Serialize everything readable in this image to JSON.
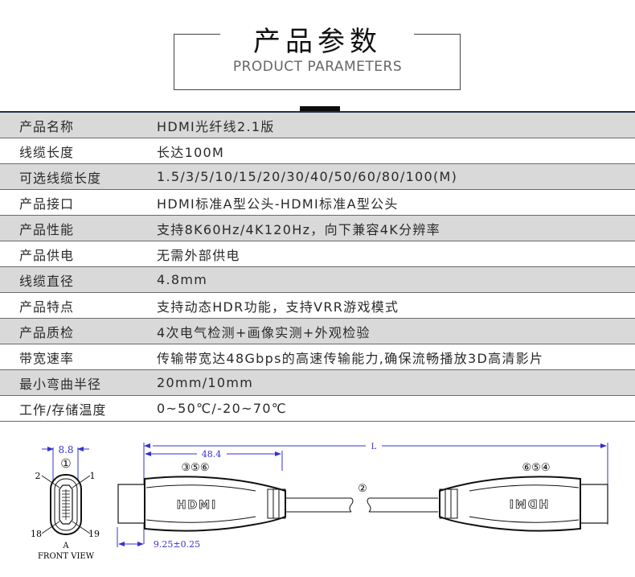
{
  "header": {
    "title_cn": "产品参数",
    "title_en": "PRODUCT PARAMETERS"
  },
  "params": [
    {
      "label": "产品名称",
      "value": "HDMI光纤线2.1版"
    },
    {
      "label": "线缆长度",
      "value": "长达100M"
    },
    {
      "label": "可选线缆长度",
      "value": "1.5/3/5/10/15/20/30/40/50/60/80/100(M)"
    },
    {
      "label": "产品接口",
      "value": "HDMI标准A型公头-HDMI标准A型公头"
    },
    {
      "label": "产品性能",
      "value": "支持8K60Hz/4K120Hz，向下兼容4K分辨率"
    },
    {
      "label": "产品供电",
      "value": "无需外部供电"
    },
    {
      "label": "线缆直径",
      "value": "4.8mm"
    },
    {
      "label": "产品特点",
      "value": "支持动态HDR功能，支持VRR游戏模式"
    },
    {
      "label": "产品质检",
      "value": "4次电气检测+画像实测+外观检验"
    },
    {
      "label": "带宽速率",
      "value": "传输带宽达48Gbps的高速传输能力,确保流畅播放3D高清影片"
    },
    {
      "label": "最小弯曲半径",
      "value": "20mm/10mm"
    },
    {
      "label": "工作/存储温度",
      "value": "0~50℃/-20~70℃"
    }
  ],
  "diagram": {
    "front_width": "8.8",
    "front_marker": "①",
    "pin_2": "2",
    "pin_1": "1",
    "pin_18": "18",
    "pin_19": "19",
    "front_label": "A",
    "front_caption": "FRONT VIEW",
    "overall_length": "L",
    "plug_length": "48.4",
    "tip_length": "9.25±0.25",
    "left_markers": "③⑤⑥",
    "right_markers": "⑥⑤④",
    "cable_marker": "②",
    "logo_text": "HDMI",
    "dim_color": "#3333cc"
  }
}
